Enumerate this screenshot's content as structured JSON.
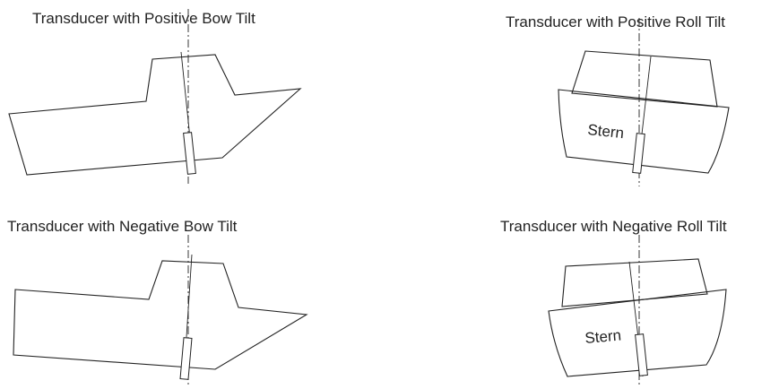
{
  "captions": {
    "positive_bow": "Transducer with Positive Bow Tilt",
    "negative_bow": "Transducer with Negative Bow Tilt",
    "positive_roll": "Transducer with Positive Roll Tilt",
    "negative_roll": "Transducer with Negative Roll Tilt"
  },
  "labels": {
    "stern_top": "Stern",
    "stern_bottom": "Stern"
  },
  "colors": {
    "line": "#222222",
    "background": "#ffffff"
  }
}
